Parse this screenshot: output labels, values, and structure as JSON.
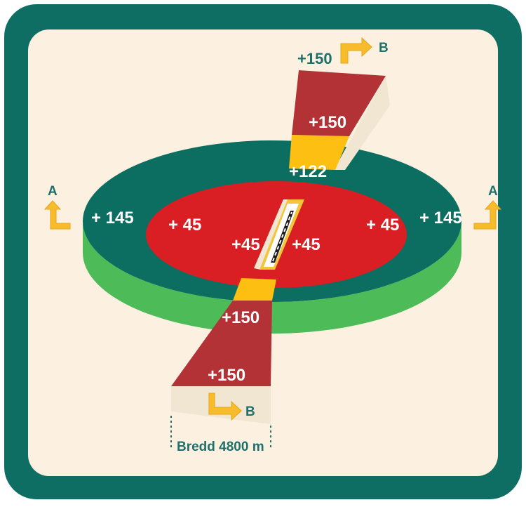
{
  "colors": {
    "frame": "#0e6e63",
    "background": "#fcf1e0",
    "outer_ring_top": "#0c6e61",
    "outer_ring_side": "#4dbb58",
    "inner_area": "#d91e24",
    "ramp_top": "#b23236",
    "ramp_side": "#f0e6d2",
    "ramp_low": "#fcbf12",
    "arrow": "#f6bc2c",
    "label_dark": "#1f6f6a"
  },
  "labels": {
    "outer_left": "+ 145",
    "outer_right": "+ 145",
    "inner_left": "+ 45",
    "inner_right": "+ 45",
    "center_left": "+45",
    "center_right": "+45",
    "ramp_north_top": "+150",
    "ramp_north_mid": "+150",
    "ramp_north_base": "+122",
    "ramp_south_upper": "+150",
    "ramp_south_lower": "+150",
    "width_label": "Bredd 4800 m"
  },
  "section_markers": {
    "a_left": "A",
    "a_right": "A",
    "b_top": "B",
    "b_bottom": "B"
  }
}
